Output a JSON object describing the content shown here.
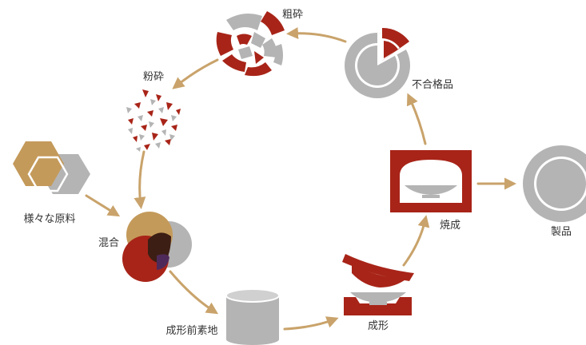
{
  "labels": {
    "raw_materials": "様々な原料",
    "mixing": "混合",
    "green_body": "成形前素地",
    "forming": "成形",
    "firing": "焼成",
    "product": "製品",
    "defective": "不合格品",
    "coarse_crush": "粗砕",
    "fine_crush": "粉砕"
  },
  "colors": {
    "red": "#a82418",
    "gray": "#b4b4b4",
    "gold": "#c49a5a",
    "arrow": "#c9a36b",
    "text": "#333333"
  }
}
